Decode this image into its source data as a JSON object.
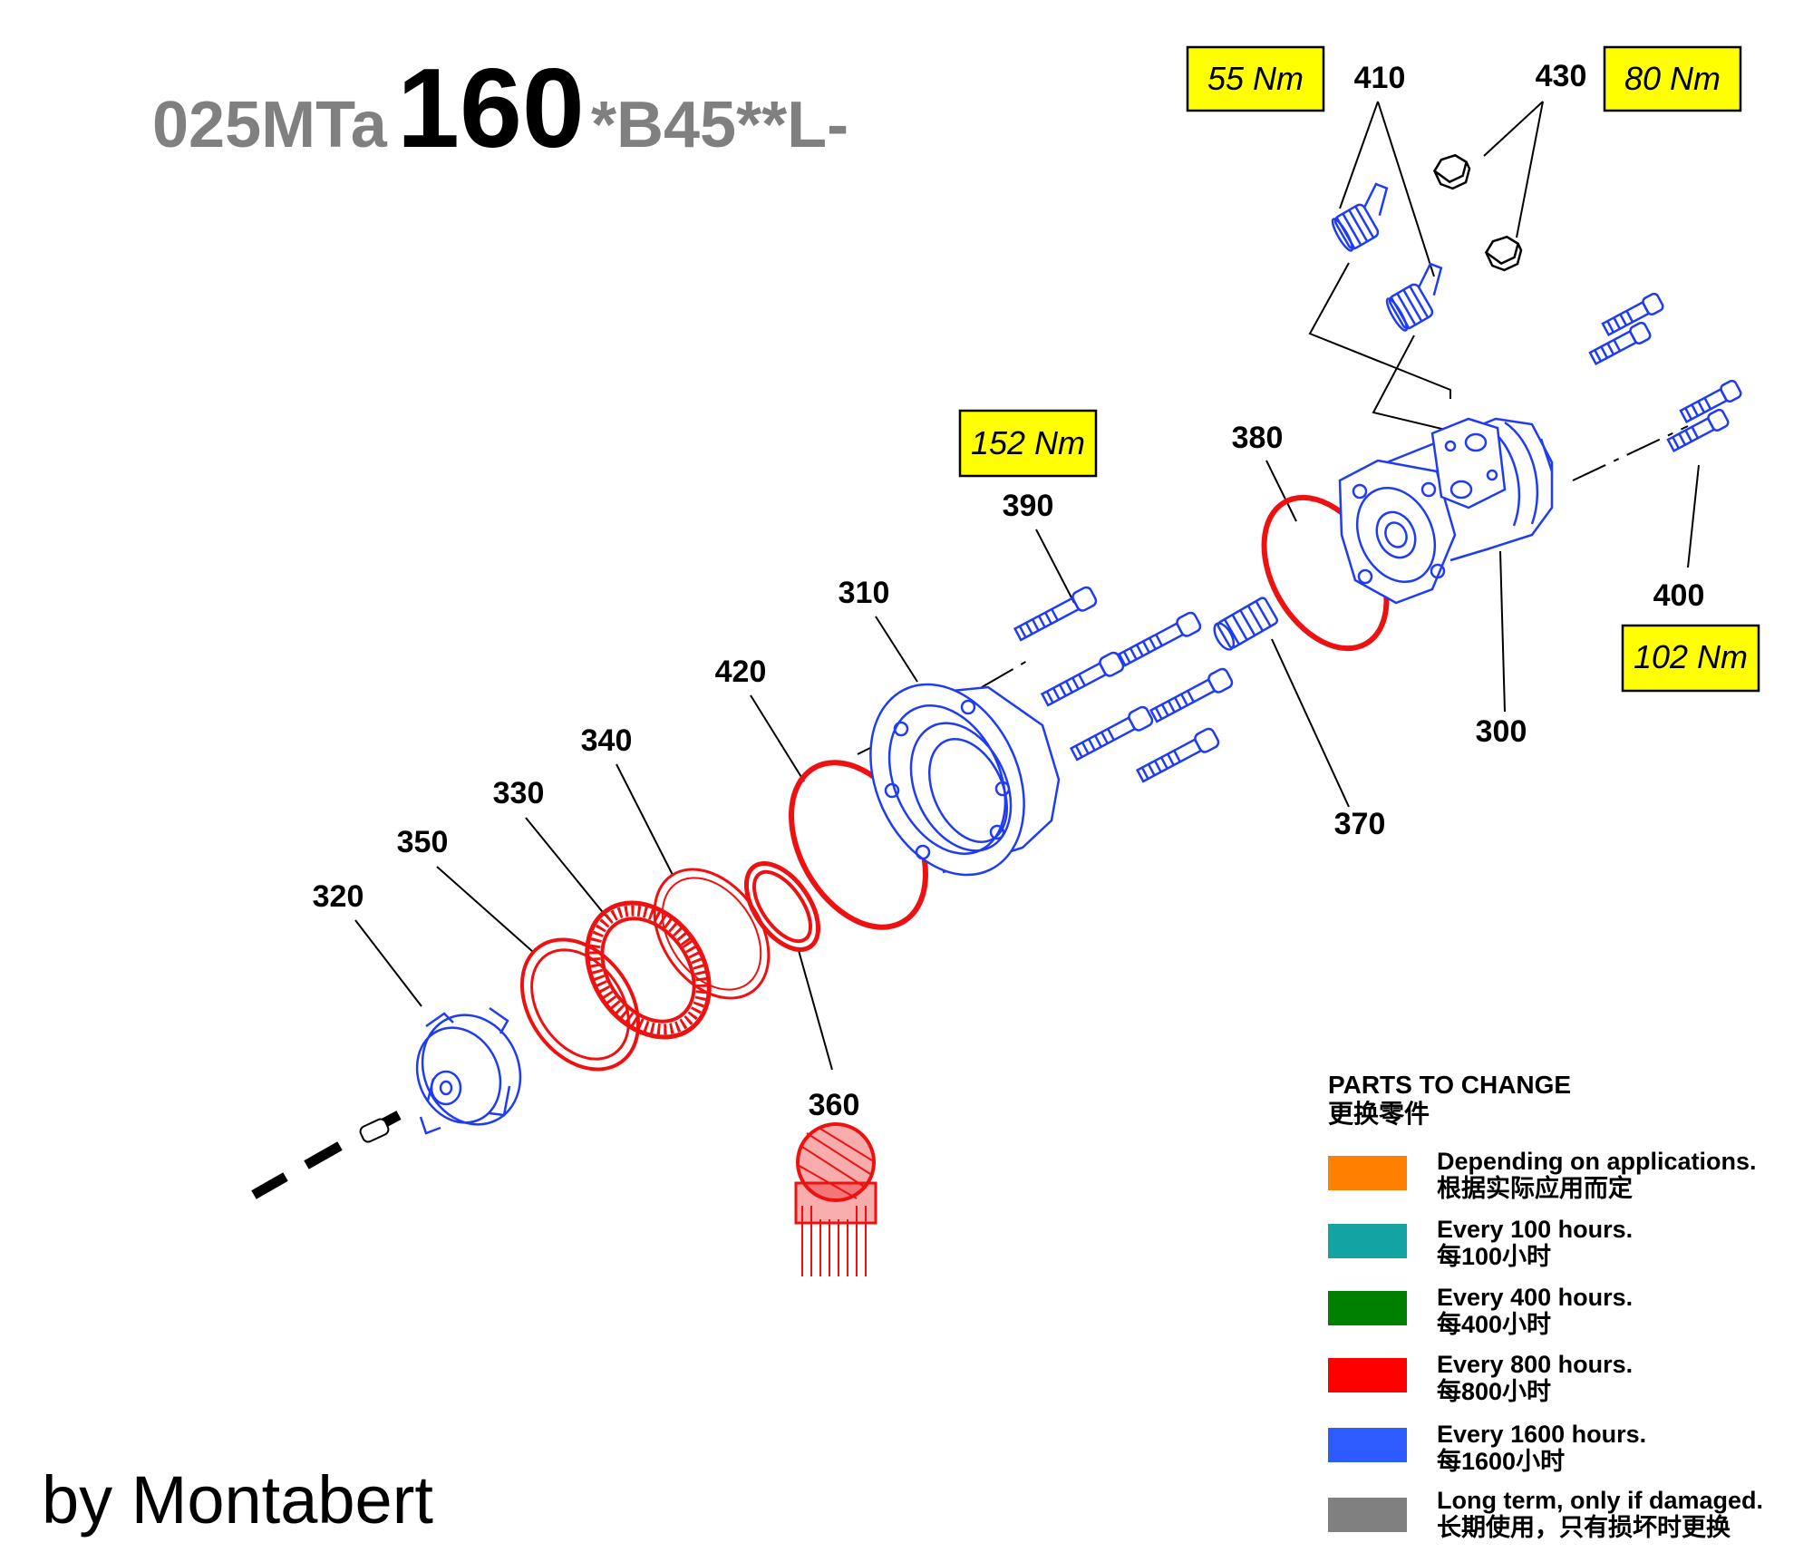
{
  "title": {
    "prefix": "025MTa",
    "model": "160",
    "suffix": "*B45**L-"
  },
  "credit": "by Montabert",
  "torque_labels": {
    "t55": "55 Nm",
    "t80": "80 Nm",
    "t152": "152 Nm",
    "t102": "102 Nm"
  },
  "part_numbers": {
    "p300": "300",
    "p310": "310",
    "p320": "320",
    "p330": "330",
    "p340": "340",
    "p350": "350",
    "p360": "360",
    "p370": "370",
    "p380": "380",
    "p390": "390",
    "p400": "400",
    "p410": "410",
    "p420": "420",
    "p430": "430"
  },
  "legend": {
    "heading_en": "PARTS TO CHANGE",
    "heading_zh": "更换零件",
    "items": [
      {
        "en": "Depending on applications.",
        "zh": "根据实际应用而定",
        "color": "#ff8000"
      },
      {
        "en": "Every 100 hours.",
        "zh": "每100小时",
        "color": "#13a3a3"
      },
      {
        "en": "Every 400 hours.",
        "zh": "每400小时",
        "color": "#008000"
      },
      {
        "en": "Every 800 hours.",
        "zh": "每800小时",
        "color": "#ff0000"
      },
      {
        "en": "Every 1600 hours.",
        "zh": "每1600小时",
        "color": "#2e5bff"
      },
      {
        "en": "Long term, only if damaged.",
        "zh": "长期使用，只有损坏时更换",
        "color": "#808080"
      }
    ]
  },
  "colors": {
    "part_blue": "#1f3cf2",
    "part_red": "#ee1111",
    "torque_box": "#ffff00",
    "title_gray": "#808080"
  }
}
